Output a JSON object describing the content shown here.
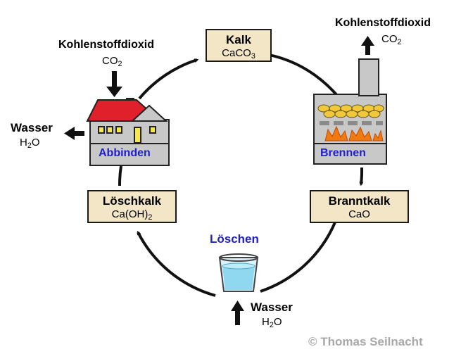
{
  "boxes": {
    "kalk": {
      "name": "Kalk",
      "formula": "CaCO",
      "sub": "3",
      "tail": ""
    },
    "branntkalk": {
      "name": "Branntkalk",
      "formula": "CaO",
      "sub": "",
      "tail": ""
    },
    "loeschkalk": {
      "name": "Löschkalk",
      "formula": "Ca(OH)",
      "sub": "2",
      "tail": ""
    }
  },
  "steps": {
    "abbinden": "Abbinden",
    "brennen": "Brennen",
    "loeschen": "Löschen"
  },
  "inputs_outputs": {
    "co2_left": {
      "label": "Kohlenstoffdioxid",
      "formula": "CO",
      "sub": "2"
    },
    "co2_right": {
      "label": "Kohlenstoffdioxid",
      "formula": "CO",
      "sub": "2"
    },
    "water_left": {
      "label": "Wasser",
      "formula": "H",
      "sub": "2",
      "tail": "O"
    },
    "water_bottom": {
      "label": "Wasser",
      "formula": "H",
      "sub": "2",
      "tail": "O"
    }
  },
  "colors": {
    "box_fill": "#f2e6c6",
    "step_label": "#2020c8",
    "roof": "#e0202a",
    "house_wall": "#c8c8c8",
    "window": "#f6e84a",
    "flame": "#f07a10",
    "water": "#8fd8f0"
  },
  "icons": [
    "house-icon",
    "kiln-icon",
    "water-glass-icon"
  ],
  "copyright": "© Thomas Seilnacht"
}
